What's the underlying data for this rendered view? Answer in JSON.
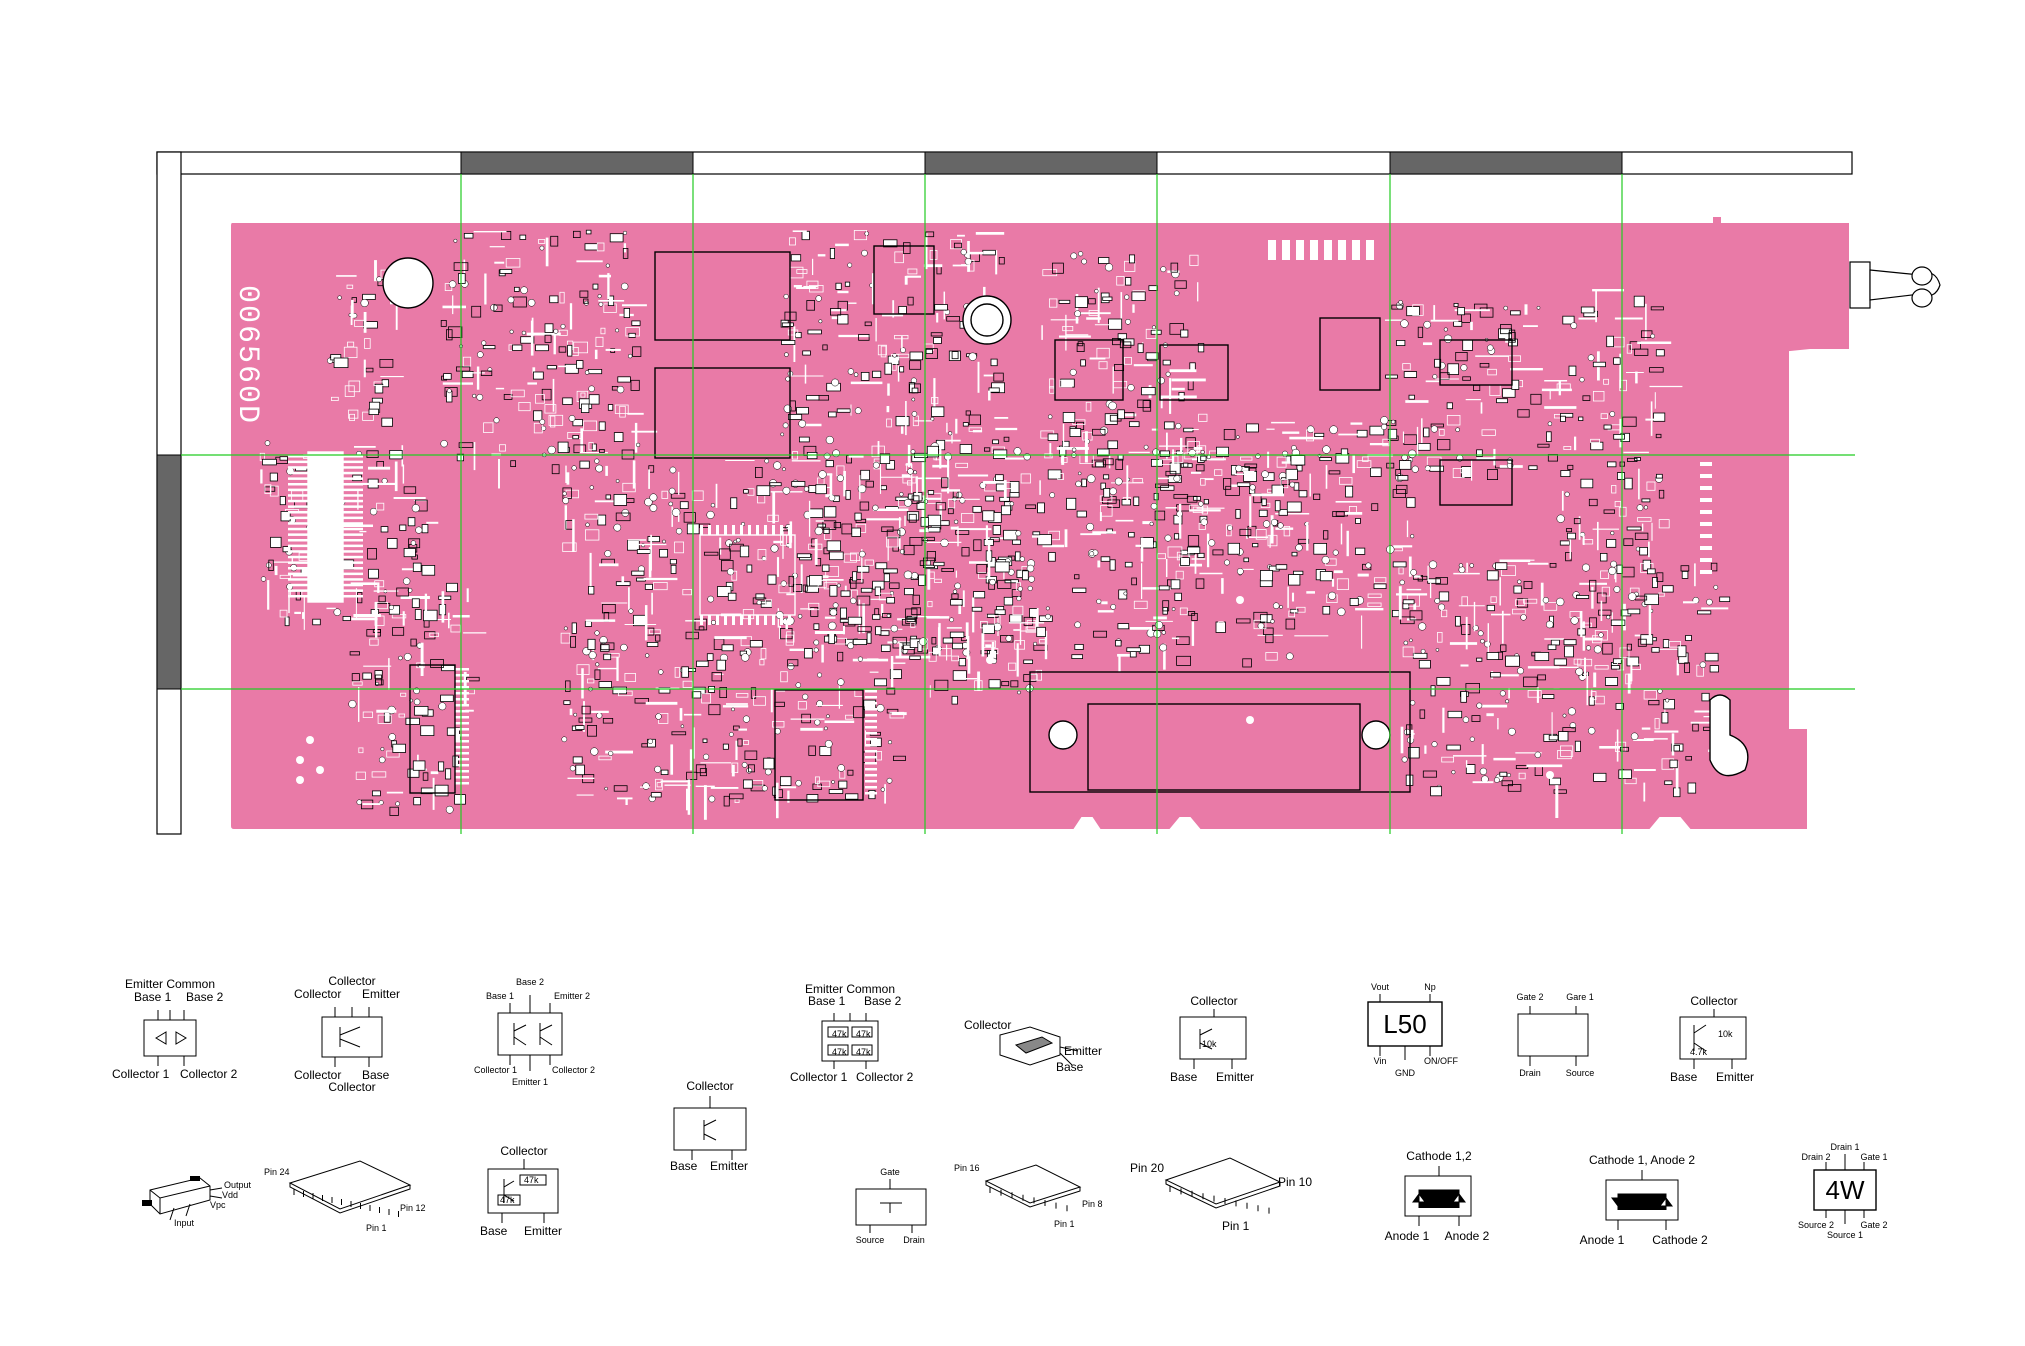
{
  "board": {
    "pcb_color": "#e97aa7",
    "silk_color": "#ffffff",
    "grid_color": "#22cc22",
    "frame_dark": "#666666",
    "board_number": "006560D"
  },
  "packages": [
    {
      "id": "p1",
      "labels": [
        "Emitter Common",
        "Base 1",
        "Base 2",
        "Collector 1",
        "Collector 2"
      ]
    },
    {
      "id": "p2",
      "labels": [
        "Collector",
        "Collector",
        "Emitter",
        "Collector",
        "Base",
        "Collector"
      ]
    },
    {
      "id": "p3",
      "labels": [
        "Base 2",
        "Base 1",
        "Emitter 2",
        "Collector 1",
        "Collector 2",
        "Emitter 1"
      ]
    },
    {
      "id": "p4",
      "labels": [
        "Collector",
        "Base",
        "Emitter"
      ]
    },
    {
      "id": "p5",
      "labels": [
        "Emitter Common",
        "Base 1",
        "Base 2",
        "Collector 1",
        "Collector 2",
        "47k",
        "47k",
        "47k",
        "47k"
      ]
    },
    {
      "id": "p6",
      "labels": [
        "Collector",
        "Emitter",
        "Base"
      ]
    },
    {
      "id": "p7",
      "labels": [
        "Collector",
        "10k",
        "Base",
        "Emitter"
      ]
    },
    {
      "id": "p8",
      "labels": [
        "Vout",
        "Np",
        "L50",
        "Vin",
        "GND",
        "ON/OFF"
      ]
    },
    {
      "id": "p9",
      "labels": [
        "Gate 2",
        "Gare 1",
        "Drain",
        "Source"
      ]
    },
    {
      "id": "p10",
      "labels": [
        "Collector",
        "10k",
        "4.7k",
        "Base",
        "Emitter"
      ]
    },
    {
      "id": "p11",
      "labels": [
        "Output",
        "Vdd",
        "Vpc",
        "Input"
      ]
    },
    {
      "id": "p12",
      "labels": [
        "Pin 24",
        "Pin 12",
        "Pin 1"
      ]
    },
    {
      "id": "p13",
      "labels": [
        "Collector",
        "47k",
        "47k",
        "Base",
        "Emitter"
      ]
    },
    {
      "id": "p14",
      "labels": [
        "Gate",
        "Source",
        "Drain"
      ]
    },
    {
      "id": "p15",
      "labels": [
        "Pin 16",
        "Pin 8",
        "Pin 1"
      ]
    },
    {
      "id": "p16",
      "labels": [
        "Pin 20",
        "Pin 10",
        "Pin 1"
      ]
    },
    {
      "id": "p17",
      "labels": [
        "Cathode 1,2",
        "Anode 1",
        "Anode 2"
      ]
    },
    {
      "id": "p18",
      "labels": [
        "Cathode 1, Anode 2",
        "Anode 1",
        "Cathode 2"
      ]
    },
    {
      "id": "p19",
      "labels": [
        "Drain 1",
        "Drain 2",
        "Gate 1",
        "4W",
        "Source 2",
        "Gate 2",
        "Source 1"
      ]
    }
  ]
}
